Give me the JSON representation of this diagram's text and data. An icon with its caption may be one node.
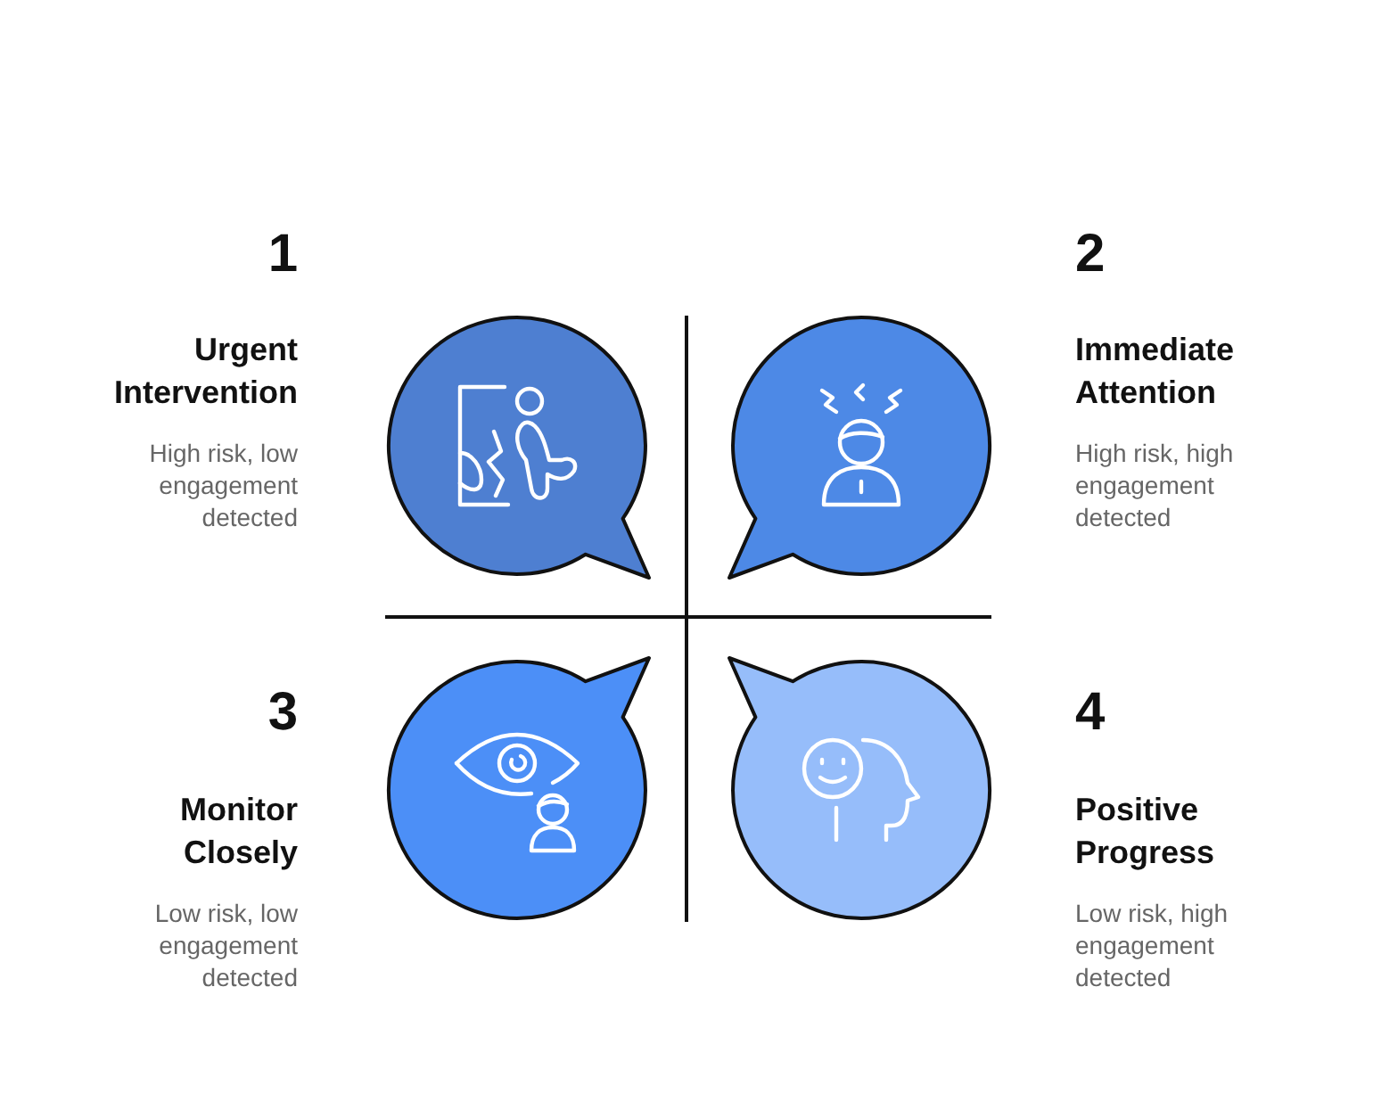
{
  "diagram": {
    "nodes": [
      {
        "text": [],
        "shape": "bubble",
        "beside": [
          "1",
          "Urgent Intervention",
          "High risk, low engagement detected"
        ]
      },
      {
        "text": [],
        "shape": "bubble",
        "beside": [
          "2",
          "Immediate Attention",
          "High risk, high engagement detected"
        ]
      },
      {
        "text": [],
        "shape": "bubble",
        "beside": [
          "3",
          "Monitor Closely",
          "Low risk, low engagement detected"
        ]
      },
      {
        "text": [],
        "shape": "bubble",
        "beside": [
          "4",
          "Positive Progress",
          "Low risk, high engagement detected"
        ]
      }
    ]
  }
}
